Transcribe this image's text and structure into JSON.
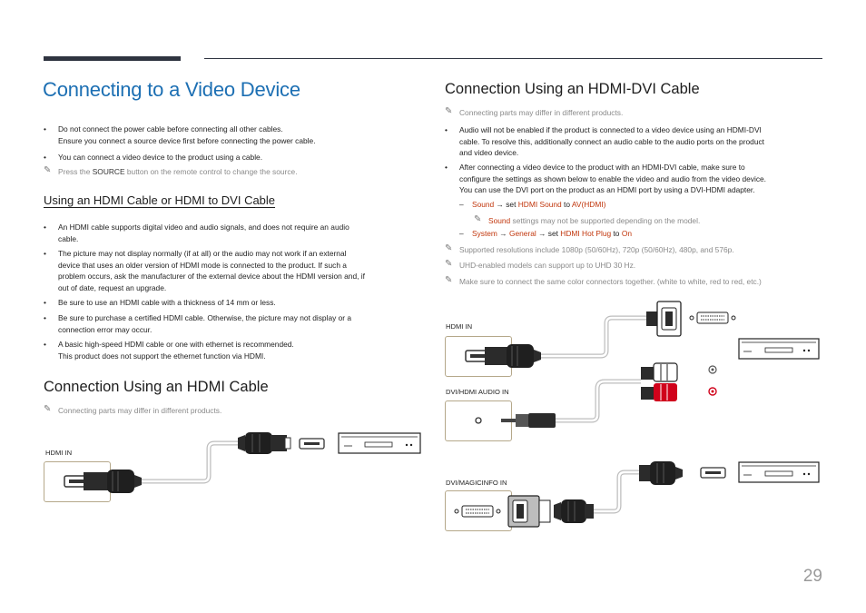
{
  "page_title": "Connecting to a Video Device",
  "left": {
    "bullets": [
      {
        "l1": "Do not connect the power cable before connecting all other cables.",
        "l2": "Ensure you connect a source device first before connecting the power cable."
      },
      {
        "l1": "You can connect a video device to the product using a cable."
      }
    ],
    "note_source": {
      "pre": "Press the ",
      "key": "SOURCE",
      "post": " button on the remote control to change the source."
    },
    "subheading": "Using an HDMI Cable or HDMI to DVI Cable",
    "hdmi_bullets": [
      [
        "An HDMI cable supports digital video and audio signals, and does not require an audio",
        "cable."
      ],
      [
        "The picture may not display normally (if at all) or the audio may not work if an external",
        "device that uses an older version of HDMI mode is connected to the product. If such a",
        "problem occurs, ask the manufacturer of the external device about the HDMI version and, if",
        "out of date, request an upgrade."
      ],
      [
        "Be sure to use an HDMI cable with a thickness of 14 mm or less."
      ],
      [
        "Be sure to purchase a certified HDMI cable. Otherwise, the picture may not display or a",
        "connection error may occur."
      ],
      [
        "A basic high-speed HDMI cable or one with ethernet is recommended.",
        "This product does not support the ethernet function via HDMI."
      ]
    ],
    "section_title": "Connection Using an HDMI Cable",
    "section_note": "Connecting parts may differ in different products.",
    "diagram_label": "HDMI IN"
  },
  "right": {
    "section_title": "Connection Using an HDMI-DVI Cable",
    "note_parts": "Connecting parts may differ in different products.",
    "bullet1": [
      "Audio will not be enabled if the product is connected to a video device using an HDMI-DVI",
      "cable. To resolve this, additionally connect an audio cable to the audio ports on the product",
      "and video device."
    ],
    "bullet2": [
      "After connecting a video device to the product with an HDMI-DVI cable, make sure to",
      "configure the settings as shown below to enable the video and audio from the video device.",
      "You can use the DVI port on the product as an HDMI port by using a DVI-HDMI adapter."
    ],
    "step1": {
      "dash": "–",
      "a": "Sound",
      "arrow": "→",
      "set": "set",
      "b": "HDMI Sound",
      "to": "to",
      "c": "AV(HDMI)"
    },
    "step1_note": {
      "key": "Sound",
      "text": " settings may not be supported depending on the model."
    },
    "step2": {
      "dash": "–",
      "a": "System",
      "arrow1": "→",
      "b": "General",
      "arrow2": "→",
      "set": "set",
      "c": "HDMI Hot Plug",
      "to": "to",
      "d": "On"
    },
    "notes": [
      "Supported resolutions include 1080p (50/60Hz), 720p (50/60Hz), 480p, and 576p.",
      "UHD-enabled models can support up to UHD 30 Hz.",
      "Make sure to connect the same color connectors together. (white to white, red to red, etc.)"
    ],
    "labels": {
      "hdmi_in": "HDMI IN",
      "audio_in": "DVI/HDMI AUDIO IN",
      "dvi_in": "DVI/MAGICINFO IN"
    }
  },
  "pen_icon": "✎",
  "page_number": "29",
  "colors": {
    "title": "#1c6fb3",
    "highlight": "#c1360c",
    "port_border": "#b5a88a",
    "audio_red": "#d0021b"
  }
}
